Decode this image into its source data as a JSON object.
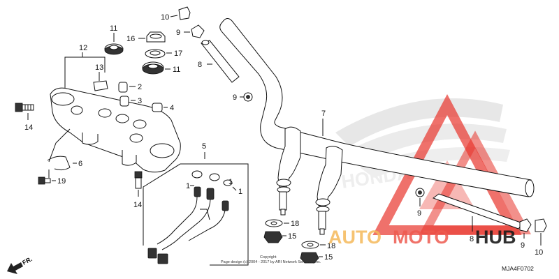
{
  "part_labels": {
    "p1a": "1",
    "p1b": "1",
    "p1c": "1",
    "p2": "2",
    "p3": "3",
    "p4": "4",
    "p5": "5",
    "p6": "6",
    "p7": "7",
    "p8a": "8",
    "p8b": "8",
    "p9a": "9",
    "p9b": "9",
    "p9c": "9",
    "p9d": "9",
    "p10a": "10",
    "p10b": "10",
    "p11a": "11",
    "p11b": "11",
    "p12": "12",
    "p13": "13",
    "p14a": "14",
    "p14b": "14",
    "p15a": "15",
    "p15b": "15",
    "p16": "16",
    "p17": "17",
    "p18a": "18",
    "p18b": "18",
    "p19": "19"
  },
  "copyright": {
    "line1": "Copyright",
    "line2": "Page design (c) 2004 - 2017 by ARI Network Services, Inc."
  },
  "diagram_code": "MJA4F0702",
  "direction_label": "FR.",
  "watermark": {
    "part1": "AUTO",
    "part2": "MOTO",
    "part3": "HUB",
    "brand_bg_text": "HONDA",
    "colors": {
      "auto": "#f5b95a",
      "moto": "#ee5a4f",
      "hub": "#1a1a1a",
      "logo": "#e8352c"
    }
  }
}
